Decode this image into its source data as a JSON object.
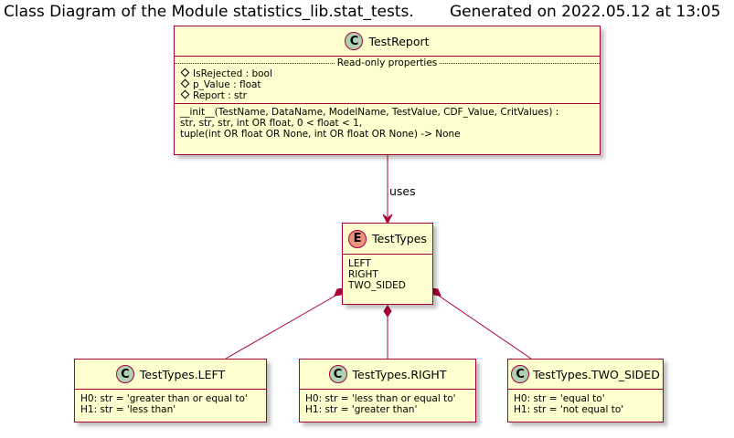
{
  "diagram": {
    "title_left": "Class Diagram of the Module statistics_lib.stat_tests.",
    "title_right": "Generated on 2022.05.12 at 13:05",
    "relation_label": "uses",
    "test_report": {
      "stereotype": "C",
      "name": "TestReport",
      "section_label": "Read-only properties",
      "properties": [
        "IsRejected : bool",
        "p_Value : float",
        "Report : str"
      ],
      "method_lines": [
        "__init__(TestName, DataName, ModelName, TestValue, CDF_Value, CritValues) :",
        "str, str, str, int OR float, 0 < float < 1,",
        "tuple(int OR float OR None, int OR float OR None) -> None"
      ]
    },
    "test_types": {
      "stereotype": "E",
      "name": "TestTypes",
      "values": [
        "LEFT",
        "RIGHT",
        "TWO_SIDED"
      ]
    },
    "left": {
      "stereotype": "C",
      "name": "TestTypes.LEFT",
      "lines": [
        "H0: str = 'greater than or equal to'",
        "H1: str = 'less than'"
      ]
    },
    "right": {
      "stereotype": "C",
      "name": "TestTypes.RIGHT",
      "lines": [
        "H0: str = 'less than or equal to'",
        "H1: str = 'greater than'"
      ]
    },
    "two_sided": {
      "stereotype": "C",
      "name": "TestTypes.TWO_SIDED",
      "lines": [
        "H0: str = 'equal to'",
        "H1: str = 'not equal to'"
      ]
    }
  }
}
